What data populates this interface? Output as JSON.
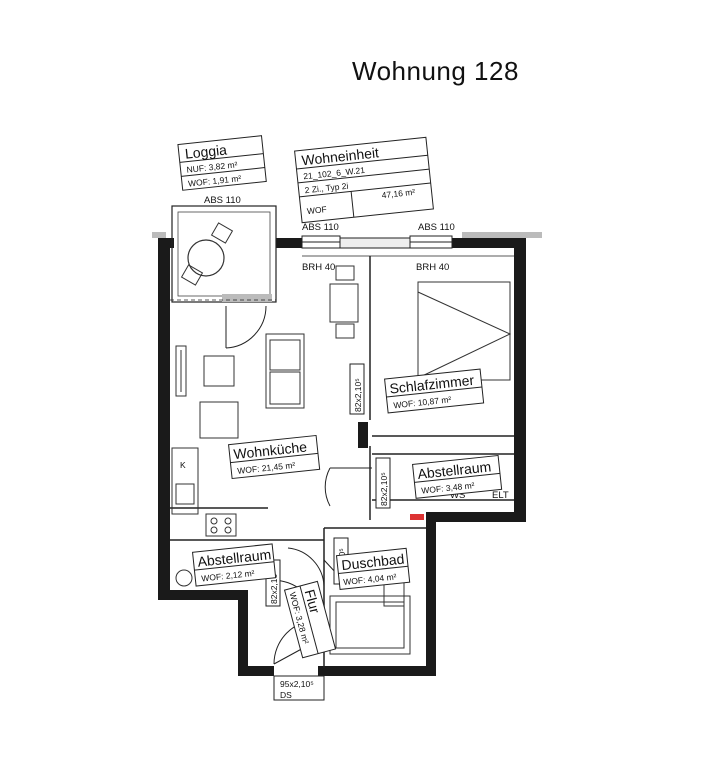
{
  "title": "Wohnung 128",
  "unit_box": {
    "heading": "Wohneinheit",
    "code": "21_102_6_W.21",
    "type": "2 Zi., Typ 2i",
    "wof_label": "WOF",
    "area": "47,16 m²"
  },
  "rooms": {
    "loggia": {
      "name": "Loggia",
      "line1": "NUF: 3,82 m²",
      "line2": "WOF: 1,91 m²"
    },
    "schlafzimmer": {
      "name": "Schlafzimmer",
      "area": "WOF: 10,87 m²"
    },
    "wohnkueche": {
      "name": "Wohnküche",
      "area": "WOF: 21,45 m²"
    },
    "abstellraum_right": {
      "name": "Abstellraum",
      "area": "WOF: 3,48 m²"
    },
    "abstellraum_left": {
      "name": "Abstellraum",
      "area": "WOF: 2,12 m²"
    },
    "duschbad": {
      "name": "Duschbad",
      "area": "WOF: 4,04 m²"
    },
    "flur": {
      "name": "Flur",
      "area": "WOF: 3,28 m²"
    }
  },
  "annotations": {
    "abs_loggia": "ABS 110",
    "abs_living": "ABS 110",
    "abs_bedroom": "ABS 110",
    "brh_living": "BRH 40",
    "brh_bedroom": "BRH 40",
    "door_living": "82x2,10⁵",
    "door_store": "82x2,10⁵",
    "door_bath": "82x2,10⁵",
    "door_store_left": "82x2,10⁵",
    "entrance_size": "95x2,10⁵",
    "entrance_code": "DS",
    "ws": "WS",
    "elt": "ELT",
    "kitchen_k": "K"
  }
}
